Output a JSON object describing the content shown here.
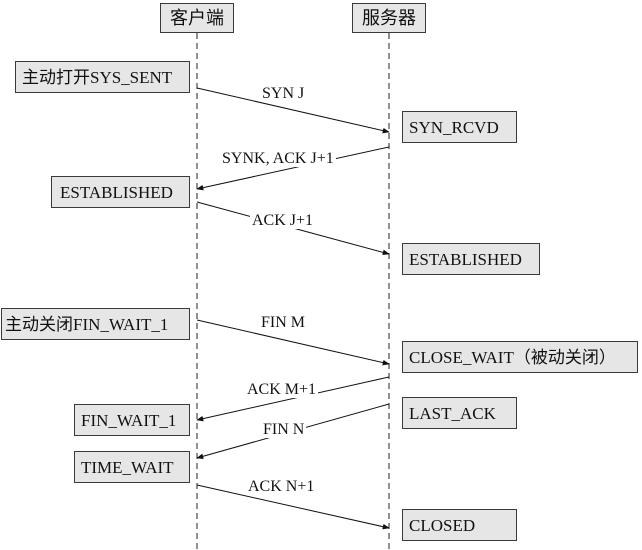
{
  "actors": {
    "client": "客户端",
    "server": "服务器"
  },
  "client_states": {
    "syn_sent": "主动打开SYS_SENT",
    "established": "ESTABLISHED",
    "fin_wait_1_active": "主动关闭FIN_WAIT_1",
    "fin_wait_1": "FIN_WAIT_1",
    "time_wait": "TIME_WAIT"
  },
  "server_states": {
    "syn_rcvd": "SYN_RCVD",
    "established": "ESTABLISHED",
    "close_wait": "CLOSE_WAIT（被动关闭）",
    "last_ack": "LAST_ACK",
    "closed": "CLOSED"
  },
  "messages": {
    "syn": "SYN J",
    "synk_ack": "SYNK, ACK J+1",
    "ack_j": "ACK J+1",
    "fin_m": "FIN M",
    "ack_m": "ACK M+1",
    "fin_n": "FIN N",
    "ack_n": "ACK N+1"
  }
}
